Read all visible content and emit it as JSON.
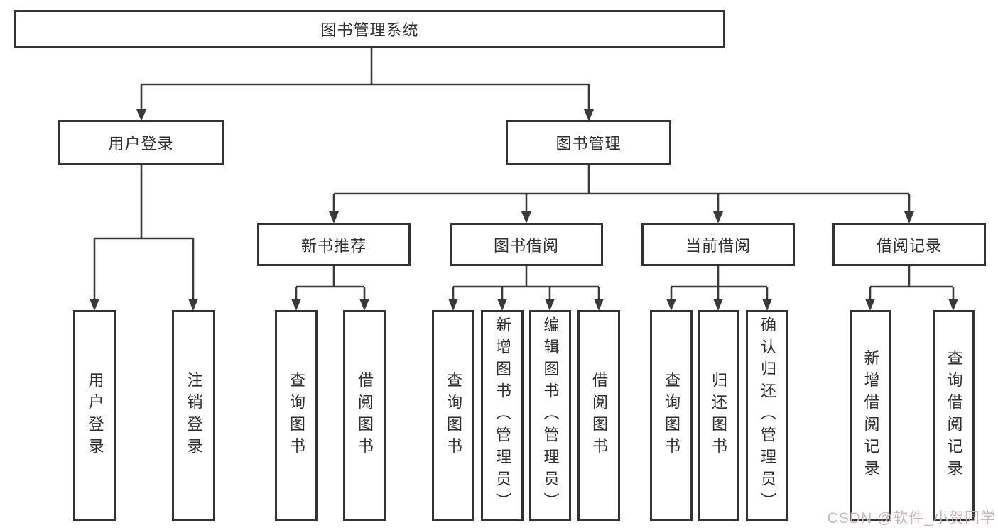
{
  "diagram": {
    "title": "图书管理系统",
    "nodes": {
      "root": "图书管理系统",
      "user_login": "用户登录",
      "book_mgmt": "图书管理",
      "new_book_rec": "新书推荐",
      "book_borrow": "图书借阅",
      "current_borrow": "当前借阅",
      "borrow_records": "借阅记录",
      "ul_user_login": "用户登录",
      "ul_logout": "注销登录",
      "nr_query_book": "查询图书",
      "nr_borrow_book": "借阅图书",
      "bb_query_book": "查询图书",
      "bb_add_book": "新增图书（管理员）",
      "bb_edit_book": "编辑图书（管理员）",
      "bb_borrow_book": "借阅图书",
      "cb_query_book": "查询图书",
      "cb_return_book": "归还图书",
      "cb_confirm_return": "确认归还（管理员）",
      "br_add_record": "新增借阅记录",
      "br_query_record": "查询借阅记录"
    }
  },
  "watermark": "CSDN @软件_小贺同学",
  "colors": {
    "line": "#3a3a3a",
    "box_border": "#333333",
    "text": "#2f2f2f",
    "background": "#ffffff",
    "watermark": "#c9b7b7"
  }
}
